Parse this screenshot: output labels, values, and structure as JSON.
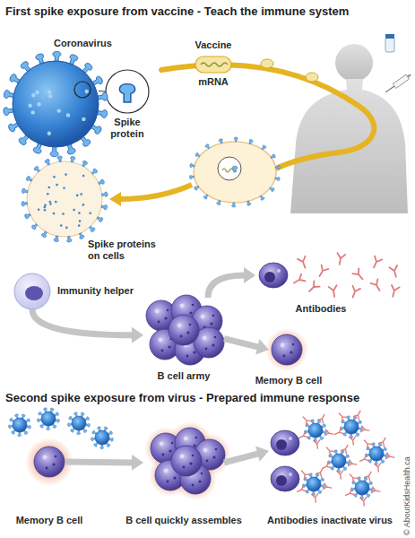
{
  "diagram": {
    "title": "First spike exposure from vaccine - Teach the immune system",
    "nodes": [
      {
        "text": [
          "Coronavirus"
        ]
      },
      {
        "text": [
          "Spike protein"
        ]
      },
      {
        "text": [
          "Vaccine",
          "mRNA"
        ]
      },
      {
        "text": [
          "Spike proteins on cells"
        ]
      },
      {
        "text": [
          "Immunity helper"
        ]
      },
      {
        "text": [
          "B cell army"
        ]
      },
      {
        "text": [
          "Antibodies"
        ]
      },
      {
        "text": [
          "Memory B cell"
        ]
      },
      {
        "text": [
          "Memory B cell"
        ]
      },
      {
        "text": [
          "B cell quickly assembles"
        ]
      },
      {
        "text": [
          "Antibodies inactivate virus"
        ]
      }
    ],
    "edges": [
      {
        "from": 0,
        "to": 1,
        "arrow": "none"
      },
      {
        "from": 4,
        "to": 5,
        "arrow": "to"
      },
      {
        "from": 5,
        "to": 6,
        "arrow": "to"
      },
      {
        "from": 5,
        "to": 7,
        "arrow": "to"
      },
      {
        "from": 8,
        "to": 9,
        "arrow": "to"
      },
      {
        "from": 9,
        "to": 10,
        "arrow": "to"
      }
    ],
    "labels": [
      "Second spike exposure from virus - Prepared immune response",
      "© AboutKidsHealth.ca"
    ]
  }
}
